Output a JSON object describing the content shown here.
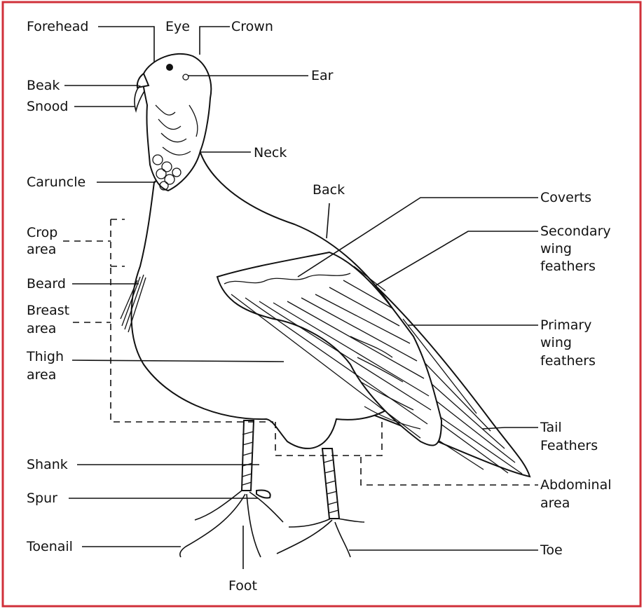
{
  "frame_color": "#d0303a",
  "labels": {
    "forehead": "Forehead",
    "eye": "Eye",
    "crown": "Crown",
    "ear": "Ear",
    "beak": "Beak",
    "snood": "Snood",
    "neck": "Neck",
    "caruncle": "Caruncle",
    "back": "Back",
    "coverts": "Coverts",
    "crop_1": "Crop",
    "crop_2": "area",
    "secondary_1": "Secondary",
    "secondary_2": "wing",
    "secondary_3": "feathers",
    "beard": "Beard",
    "breast_1": "Breast",
    "breast_2": "area",
    "primary_1": "Primary",
    "primary_2": "wing",
    "primary_3": "feathers",
    "thigh_1": "Thigh",
    "thigh_2": "area",
    "tail_1": "Tail",
    "tail_2": "Feathers",
    "shank": "Shank",
    "abdominal_1": "Abdominal",
    "abdominal_2": "area",
    "spur": "Spur",
    "toenail": "Toenail",
    "toe": "Toe",
    "foot": "Foot"
  }
}
